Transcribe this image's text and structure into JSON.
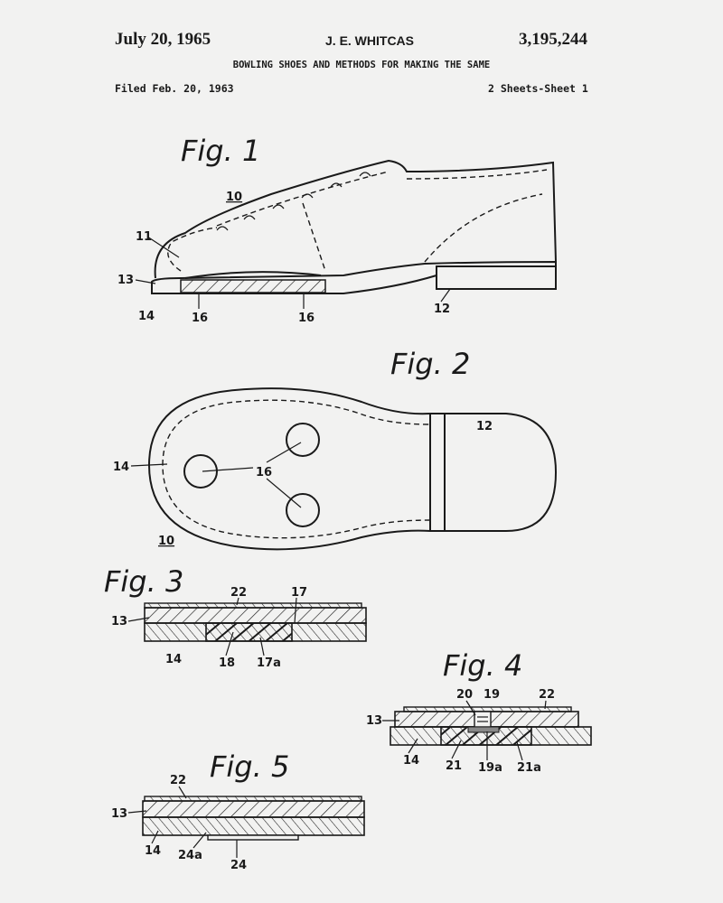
{
  "header": {
    "date": "July 20, 1965",
    "inventor": "J. E. WHITCAS",
    "patent_number": "3,195,244",
    "title": "BOWLING SHOES AND METHODS FOR MAKING THE SAME",
    "filed": "Filed Feb. 20, 1963",
    "sheets": "2 Sheets-Sheet 1"
  },
  "figures": {
    "fig1": {
      "title": "Fig. 1",
      "labels": {
        "l10": "10",
        "l11": "11",
        "l13": "13",
        "l14": "14",
        "l16a": "16",
        "l16b": "16",
        "l12": "12"
      }
    },
    "fig2": {
      "title": "Fig. 2",
      "labels": {
        "l12": "12",
        "l14": "14",
        "l16": "16",
        "l10": "10"
      }
    },
    "fig3": {
      "title": "Fig. 3",
      "labels": {
        "l22": "22",
        "l17": "17",
        "l13": "13",
        "l14": "14",
        "l18": "18",
        "l17a": "17a"
      }
    },
    "fig4": {
      "title": "Fig. 4",
      "labels": {
        "l20": "20",
        "l19": "19",
        "l22": "22",
        "l13": "13",
        "l14": "14",
        "l21": "21",
        "l19a": "19a",
        "l21a": "21a"
      }
    },
    "fig5": {
      "title": "Fig. 5",
      "labels": {
        "l22": "22",
        "l13": "13",
        "l14": "14",
        "l24a": "24a",
        "l24": "24"
      }
    }
  }
}
